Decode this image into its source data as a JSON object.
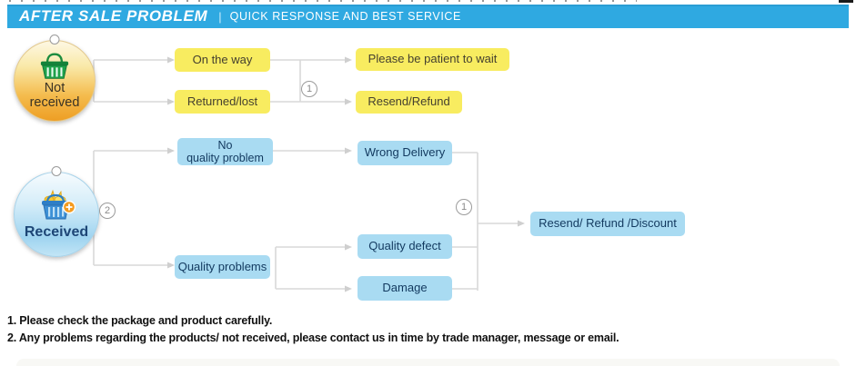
{
  "banner": {
    "title": "AFTER SALE PROBLEM",
    "separator": "|",
    "subtitle": "QUICK RESPONSE AND BEST SERVICE"
  },
  "sources": {
    "not_received": {
      "line1": "Not",
      "line2": "received",
      "icon": "green-basket-icon"
    },
    "received": {
      "label": "Received",
      "icon": "blue-basket-icon"
    }
  },
  "markers": {
    "branch1": "1",
    "branch2": "2",
    "branch2_merge": "1"
  },
  "nodes": {
    "on_the_way": "On the way",
    "returned_lost": "Returned/lost",
    "please_wait": "Please be patient to wait",
    "resend_refund": "Resend/Refund",
    "no_quality_problem_line1": "No",
    "no_quality_problem_line2": "quality problem",
    "quality_problems": "Quality problems",
    "wrong_delivery": "Wrong Delivery",
    "quality_defect": "Quality defect",
    "damage": "Damage",
    "resend_refund_discount": "Resend/ Refund /Discount"
  },
  "notes": {
    "line1": "1. Please check the package and product carefully.",
    "line2": "2. Any problems regarding the products/ not received, please contact us in time by trade manager, message or email."
  },
  "colors": {
    "banner_blue": "#2FA9E1",
    "yellow_box": "#F8EC60",
    "blue_box": "#A9DBF2",
    "connector_gray": "#D9D9D9",
    "not_received_circle": "#EE9E24",
    "received_circle": "#9FD4F0"
  }
}
